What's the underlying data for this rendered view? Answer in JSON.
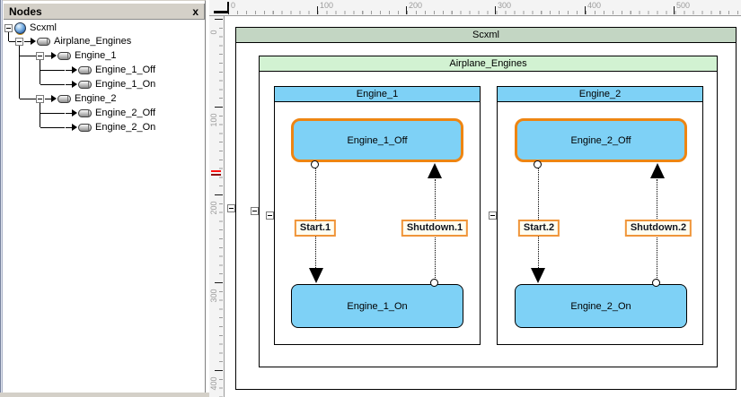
{
  "panel": {
    "title": "Nodes",
    "close_label": "x"
  },
  "tree": {
    "items": [
      {
        "label": "Scxml",
        "level": 0,
        "icon": "globe-icon",
        "expanded": true
      },
      {
        "label": "Airplane_Engines",
        "level": 1,
        "icon": "node-icon",
        "expanded": true
      },
      {
        "label": "Engine_1",
        "level": 2,
        "icon": "node-icon",
        "expanded": true
      },
      {
        "label": "Engine_1_Off",
        "level": 3,
        "icon": "node-icon"
      },
      {
        "label": "Engine_1_On",
        "level": 3,
        "icon": "node-icon"
      },
      {
        "label": "Engine_2",
        "level": 2,
        "icon": "node-icon",
        "expanded": true
      },
      {
        "label": "Engine_2_Off",
        "level": 3,
        "icon": "node-icon"
      },
      {
        "label": "Engine_2_On",
        "level": 3,
        "icon": "node-icon"
      }
    ]
  },
  "rulers": {
    "horizontal": [
      "0",
      "100",
      "200",
      "300",
      "400",
      "500"
    ],
    "vertical": [
      "0",
      "100",
      "200",
      "300",
      "400"
    ]
  },
  "diagram": {
    "scxml_label": "Scxml",
    "airplane_label": "Airplane_Engines",
    "engines": [
      {
        "label": "Engine_1",
        "off": "Engine_1_Off",
        "on": "Engine_1_On",
        "start": "Start.1",
        "shutdown": "Shutdown.1"
      },
      {
        "label": "Engine_2",
        "off": "Engine_2_Off",
        "on": "Engine_2_On",
        "start": "Start.2",
        "shutdown": "Shutdown.2"
      }
    ],
    "colors": {
      "scxml_header": "#c3d6c3",
      "airplane_header": "#d2f2d2",
      "engine_header": "#7ed1f6",
      "state_fill": "#7ed1f6",
      "off_state_border": "#ee8512",
      "transition_label_border": "#f0953a",
      "transition_label_bg": "#fffdf0",
      "ruler_marker": "#ff1010"
    }
  }
}
